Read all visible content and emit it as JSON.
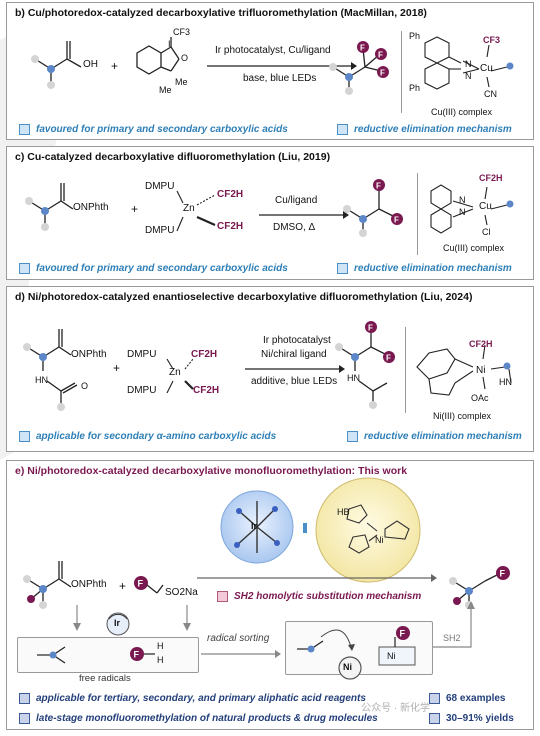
{
  "panel_b": {
    "title": "b) Cu/photoredox-catalyzed decarboxylative trifluoromethylation (MacMillan, 2018)",
    "reagent_cf3": "CF3",
    "reagent_me1": "Me",
    "reagent_me2": "Me",
    "acid_oh": "OH",
    "arrow_top": "Ir photocatalyst, Cu/ligand",
    "arrow_bottom": "base, blue LEDs",
    "cu_cf3": "CF3",
    "cu_cn": "CN",
    "cu_label": "Cu",
    "ph_top": "Ph",
    "ph_bottom": "Ph",
    "complex_label": "Cu(III) complex",
    "note_left": "favoured for primary and secondary carboxylic acids",
    "note_right": "reductive elimination mechanism"
  },
  "panel_c": {
    "title": "c) Cu-catalyzed decarboxylative difluoromethylation (Liu, 2019)",
    "onphth": "ONPhth",
    "dmpu1": "DMPU",
    "dmpu2": "DMPU",
    "zn": "Zn",
    "cf2h1": "CF2H",
    "cf2h2": "CF2H",
    "arrow_top": "Cu/ligand",
    "arrow_bottom": "DMSO, Δ",
    "cu_cf2h": "CF2H",
    "cu_label": "Cu",
    "cu_cl": "Cl",
    "complex_label": "Cu(III) complex",
    "note_left": "favoured for primary and secondary carboxylic acids",
    "note_right": "reductive elimination mechanism"
  },
  "panel_d": {
    "title": "d) Ni/photoredox-catalyzed enantioselective decarboxylative difluoromethylation (Liu, 2024)",
    "onphth": "ONPhth",
    "hn": "HN",
    "dmpu1": "DMPU",
    "dmpu2": "DMPU",
    "zn": "Zn",
    "cf2h1": "CF2H",
    "cf2h2": "CF2H",
    "arrow_top1": "Ir photocatalyst",
    "arrow_top2": "Ni/chiral ligand",
    "arrow_bottom": "additive, blue LEDs",
    "product_hn": "HN",
    "ni_cf2h": "CF2H",
    "ni_label": "Ni",
    "ni_oac": "OAc",
    "ni_hn": "HN",
    "complex_label": "Ni(III) complex",
    "note_left": "applicable for secondary α-amino carboxylic acids",
    "note_right": "reductive elimination mechanism"
  },
  "panel_e": {
    "title": "e) Ni/photoredox-catalyzed decarboxylative monofluoromethylation: This work",
    "onphth": "ONPhth",
    "so2na": "SO2Na",
    "f_label": "F",
    "ir_label": "Ir",
    "ni_label": "Ni",
    "hb_label": "HB",
    "sh2_label": "SH2 homolytic substitution mechanism",
    "radical_sorting": "radical sorting",
    "free_radicals": "free radicals",
    "sh2_arrow": "SH2",
    "h1": "H",
    "h2": "H",
    "note1": "applicable for tertiary, secondary, and primary aliphatic acid reagents",
    "note2": "late-stage monofluoromethylation of natural products & drug molecules",
    "stat1": "68 examples",
    "stat2": "30–91% yields"
  },
  "watermark": "公众号 · 新化学",
  "colors": {
    "fluorine": "#7a1850",
    "note_blue": "#2e7fb7",
    "note_dark": "#233f7a",
    "panel_border": "#9a9a9a"
  }
}
